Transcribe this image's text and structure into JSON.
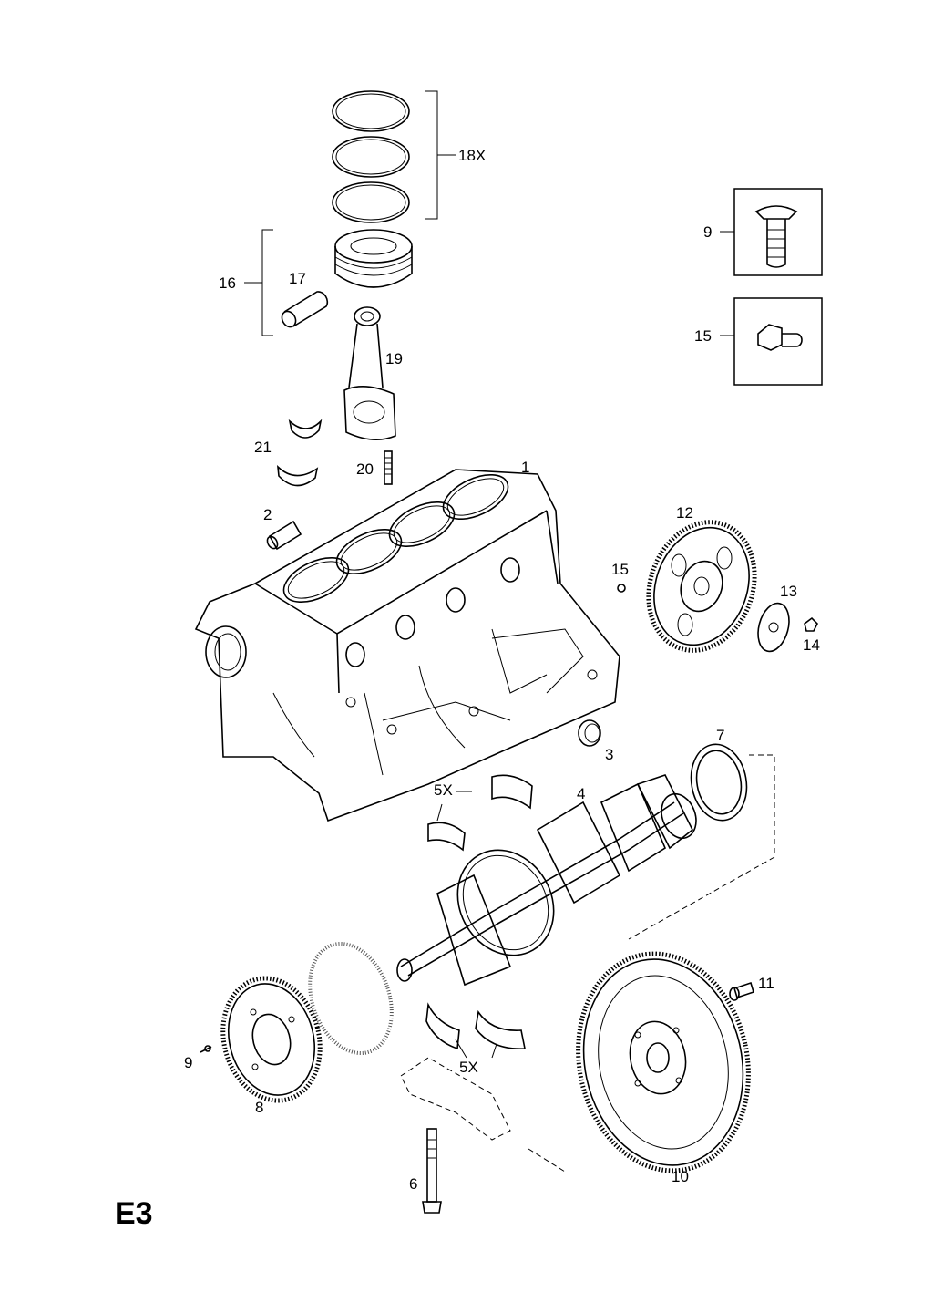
{
  "page_code": "E3",
  "callouts": {
    "c18x": "18X",
    "c16": "16",
    "c17": "17",
    "c19": "19",
    "c21": "21",
    "c20": "20",
    "c1": "1",
    "c2": "2",
    "c9_box": "9",
    "c15_box": "15",
    "c12": "12",
    "c15": "15",
    "c13": "13",
    "c14": "14",
    "c3": "3",
    "c7": "7",
    "c4": "4",
    "c5x_top": "5X",
    "c5x_bottom": "5X",
    "c11": "11",
    "c9": "9",
    "c8": "8",
    "c6": "6",
    "c10": "10"
  }
}
